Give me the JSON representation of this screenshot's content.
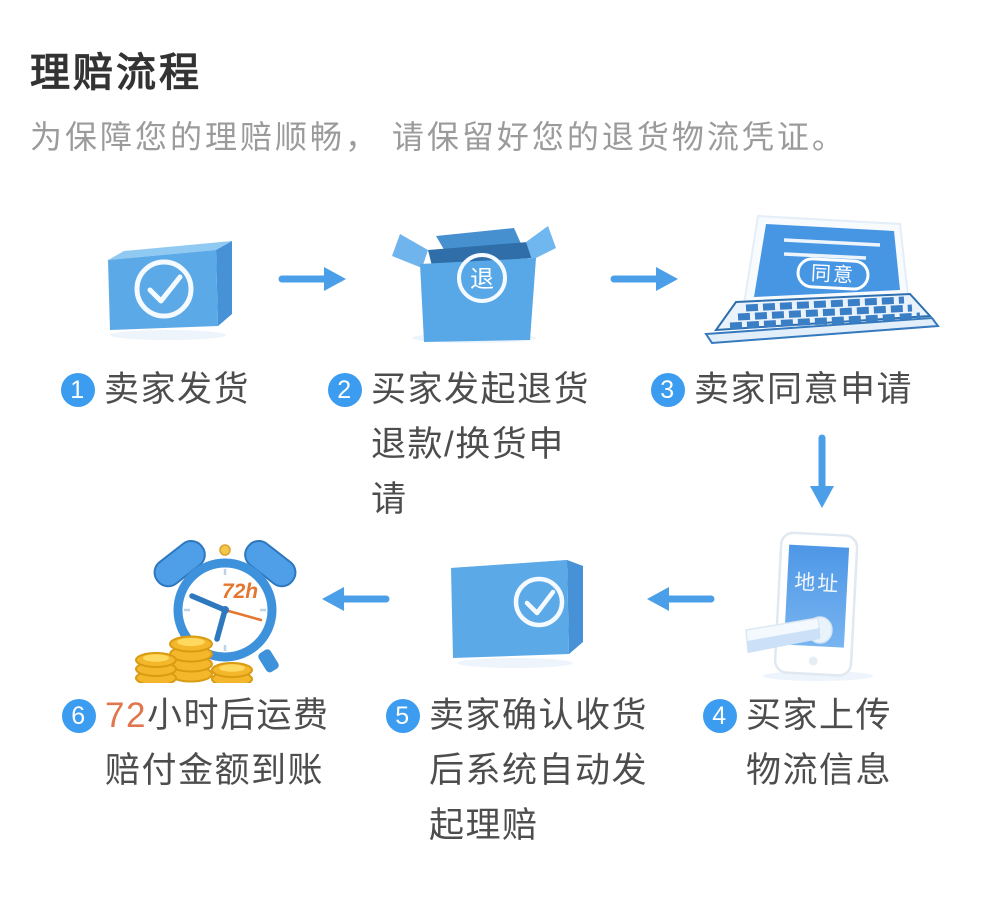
{
  "header": {
    "title": "理赔流程",
    "subtitle": "为保障您的理赔顺畅， 请保留好您的退货物流凭证。"
  },
  "steps": {
    "s1": {
      "num": "1",
      "label": "卖家发货"
    },
    "s2": {
      "num": "2",
      "lines": [
        "买家发起退货",
        "退款/换货申",
        "请"
      ]
    },
    "s3": {
      "num": "3",
      "label": "卖家同意申请"
    },
    "s4": {
      "num": "4",
      "lines": [
        "买家上传",
        "物流信息"
      ]
    },
    "s5": {
      "num": "5",
      "lines": [
        "卖家确认收货",
        "后系统自动发",
        "起理赔"
      ]
    },
    "s6": {
      "num": "6",
      "line1_highlight": "72",
      "line1_rest": "小时后运费",
      "line2": "赔付金额到账"
    }
  },
  "icons": {
    "return_char": "退",
    "agree_label": "同意",
    "address_label": "地址",
    "clock_label": "72h"
  },
  "colors": {
    "badge_blue": "#3B9CF0",
    "icon_blue": "#58A8E8",
    "arrow_blue": "#4B9FE8",
    "highlight_orange": "#E0764E",
    "coin_gold": "#F4B62B",
    "label_gray": "#4D4D4D",
    "subtitle_gray": "#9B9B9B"
  }
}
